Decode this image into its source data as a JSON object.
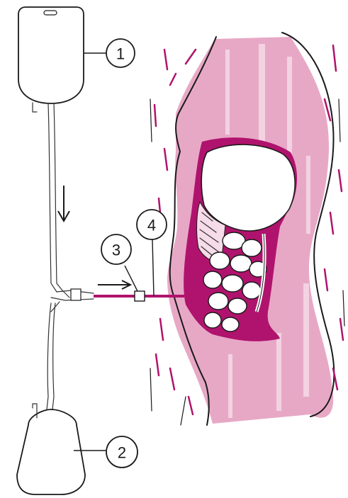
{
  "colors": {
    "background": "#ffffff",
    "ink": "#1a1a1a",
    "body_fill": "#e7a8c6",
    "body_stripe": "#f3d2e1",
    "peritoneal_cavity": "#b0136d",
    "organ_fill": "#ffffff"
  },
  "labels": {
    "inflow_bag": "1",
    "drainage_bag": "2",
    "catheter_connector": "3",
    "catheter": "4"
  },
  "icons": {
    "inflow_arrow": "arrow-down-icon",
    "flow_arrow": "arrow-right-icon"
  }
}
